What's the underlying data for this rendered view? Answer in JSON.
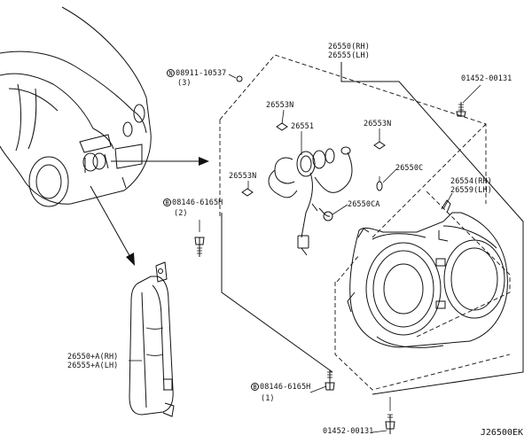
{
  "diagram": {
    "labels": {
      "top_rh": "26550(RH)",
      "top_lh": "26555(LH)",
      "n_bolt": "08911-10537",
      "n_bolt_prefix": "N",
      "n_bolt_qty": "(3)",
      "screw_top": "01452-00131",
      "lens_cap_1": "26553N",
      "bulb_socket": "26551",
      "lens_cap_2": "26553N",
      "lens_cap_3": "26553N",
      "bulb_c": "26550C",
      "bulb_ca": "26550CA",
      "lamp_rh": "26554(RH)",
      "lamp_lh": "26559(LH)",
      "b_bolt_1": "08146-6165H",
      "b_bolt_1_prefix": "B",
      "b_bolt_1_qty": "(2)",
      "side_rh": "26550+A(RH)",
      "side_lh": "26555+A(LH)",
      "b_bolt_2": "08146-6165H",
      "b_bolt_2_prefix": "B",
      "b_bolt_2_qty": "(1)",
      "screw_bottom": "01452-00131",
      "ref_code": "J26500EK"
    }
  }
}
